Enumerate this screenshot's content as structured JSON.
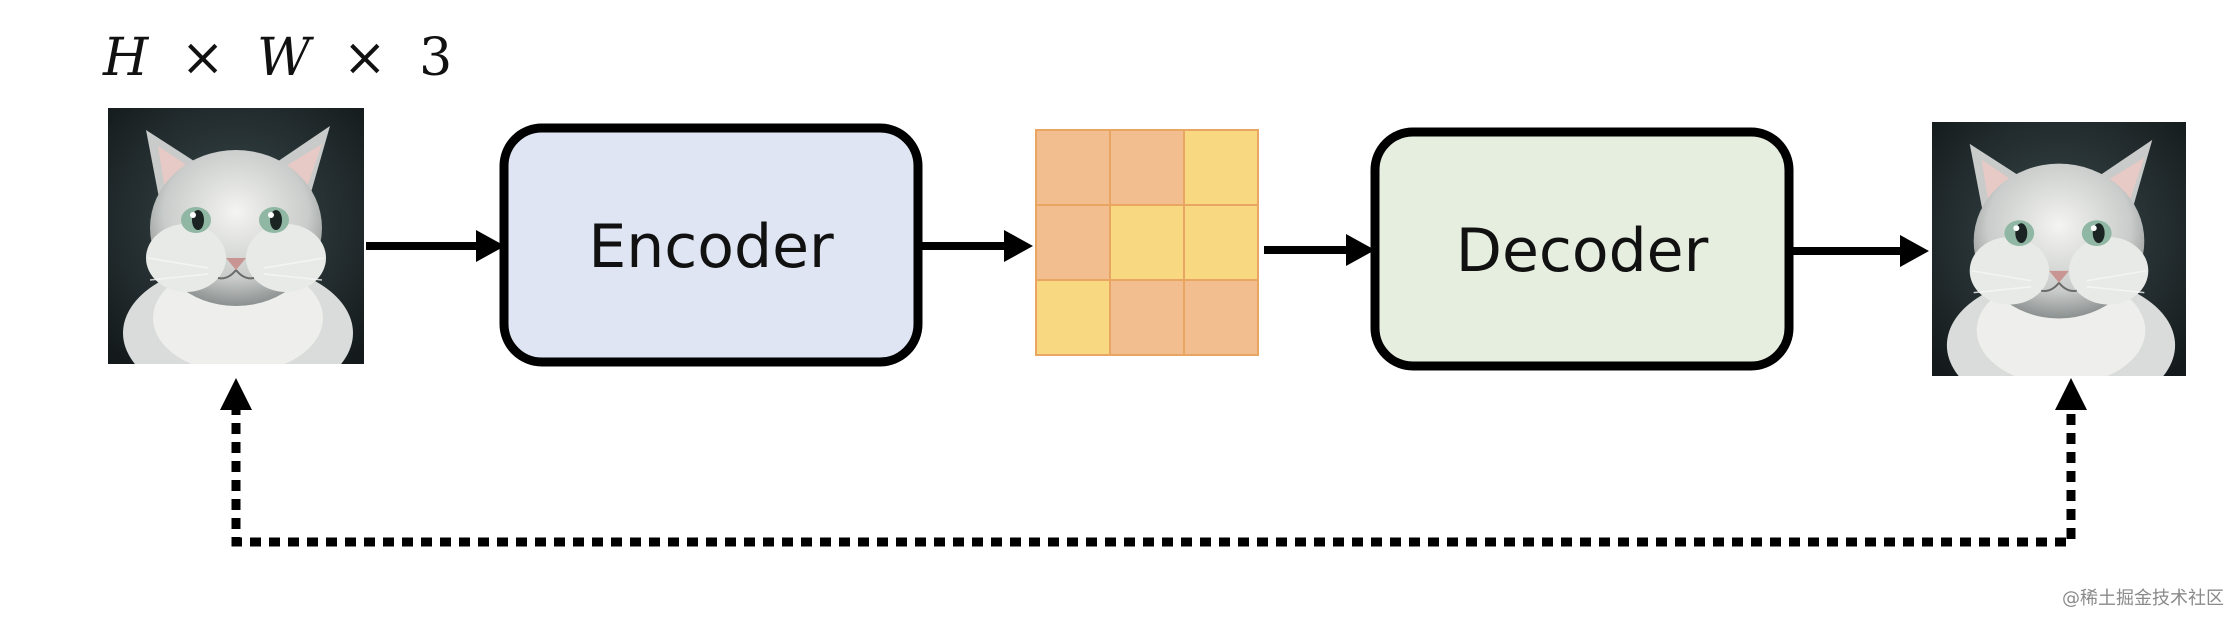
{
  "input_dims": {
    "H": "H",
    "times1": "×",
    "W": "W",
    "times2": "×",
    "channels": "3"
  },
  "encoder": {
    "label": "Encoder",
    "fill": "#dfe5f2"
  },
  "decoder": {
    "label": "Decoder",
    "fill": "#e6eedf"
  },
  "latent_grid": {
    "rows": 3,
    "cols": 3,
    "cell_colors": [
      [
        "orange",
        "orange",
        "yellow"
      ],
      [
        "orange",
        "yellow",
        "yellow"
      ],
      [
        "yellow",
        "orange",
        "orange"
      ]
    ],
    "palette": {
      "orange": "#f2bd8f",
      "yellow": "#f8d981",
      "border": "#e9a562"
    }
  },
  "input_image": {
    "icon": "cat-photo"
  },
  "output_image": {
    "icon": "cat-photo"
  },
  "watermark": "@稀土掘金技术社区"
}
